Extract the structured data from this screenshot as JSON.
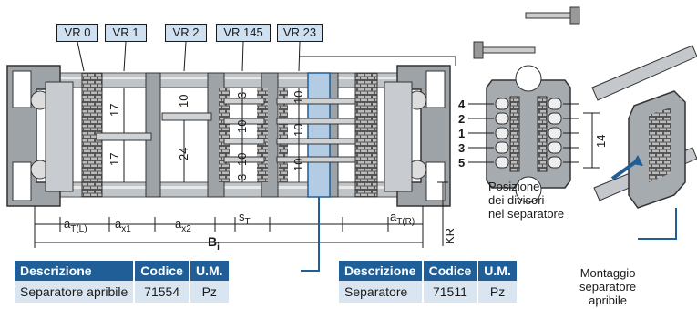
{
  "vr_tags": [
    "VR 0",
    "VR 1",
    "VR 2",
    "VR 145",
    "VR 23"
  ],
  "main_dims": {
    "h17_top": "17",
    "h17_bot": "17",
    "h24": "24",
    "v10": [
      "10",
      "10",
      "10",
      "10",
      "10",
      "10"
    ],
    "v3": [
      "3",
      "3"
    ],
    "aTL": "a",
    "aTL_sub": "T(L)",
    "ax1": "a",
    "ax1_sub": "x1",
    "ax2": "a",
    "ax2_sub": "x2",
    "sT": "s",
    "sT_sub": "T",
    "aTR": "a",
    "aTR_sub": "T(R)",
    "Bi": "B",
    "Bi_sub": "i",
    "KR": "KR"
  },
  "position_numbers": [
    "4",
    "2",
    "1",
    "3",
    "5"
  ],
  "dim_14": "14",
  "position_label": [
    "Posizione",
    "dei divisori",
    "nel separatore"
  ],
  "mounting_label": [
    "Montaggio",
    "separatore",
    "apribile"
  ],
  "table_left": {
    "headers": [
      "Descrizione",
      "Codice",
      "U.M."
    ],
    "row": [
      "Separatore apribile",
      "71554",
      "Pz"
    ]
  },
  "table_right": {
    "headers": [
      "Descrizione",
      "Codice",
      "U.M."
    ],
    "row": [
      "Separatore",
      "71511",
      "Pz"
    ]
  }
}
